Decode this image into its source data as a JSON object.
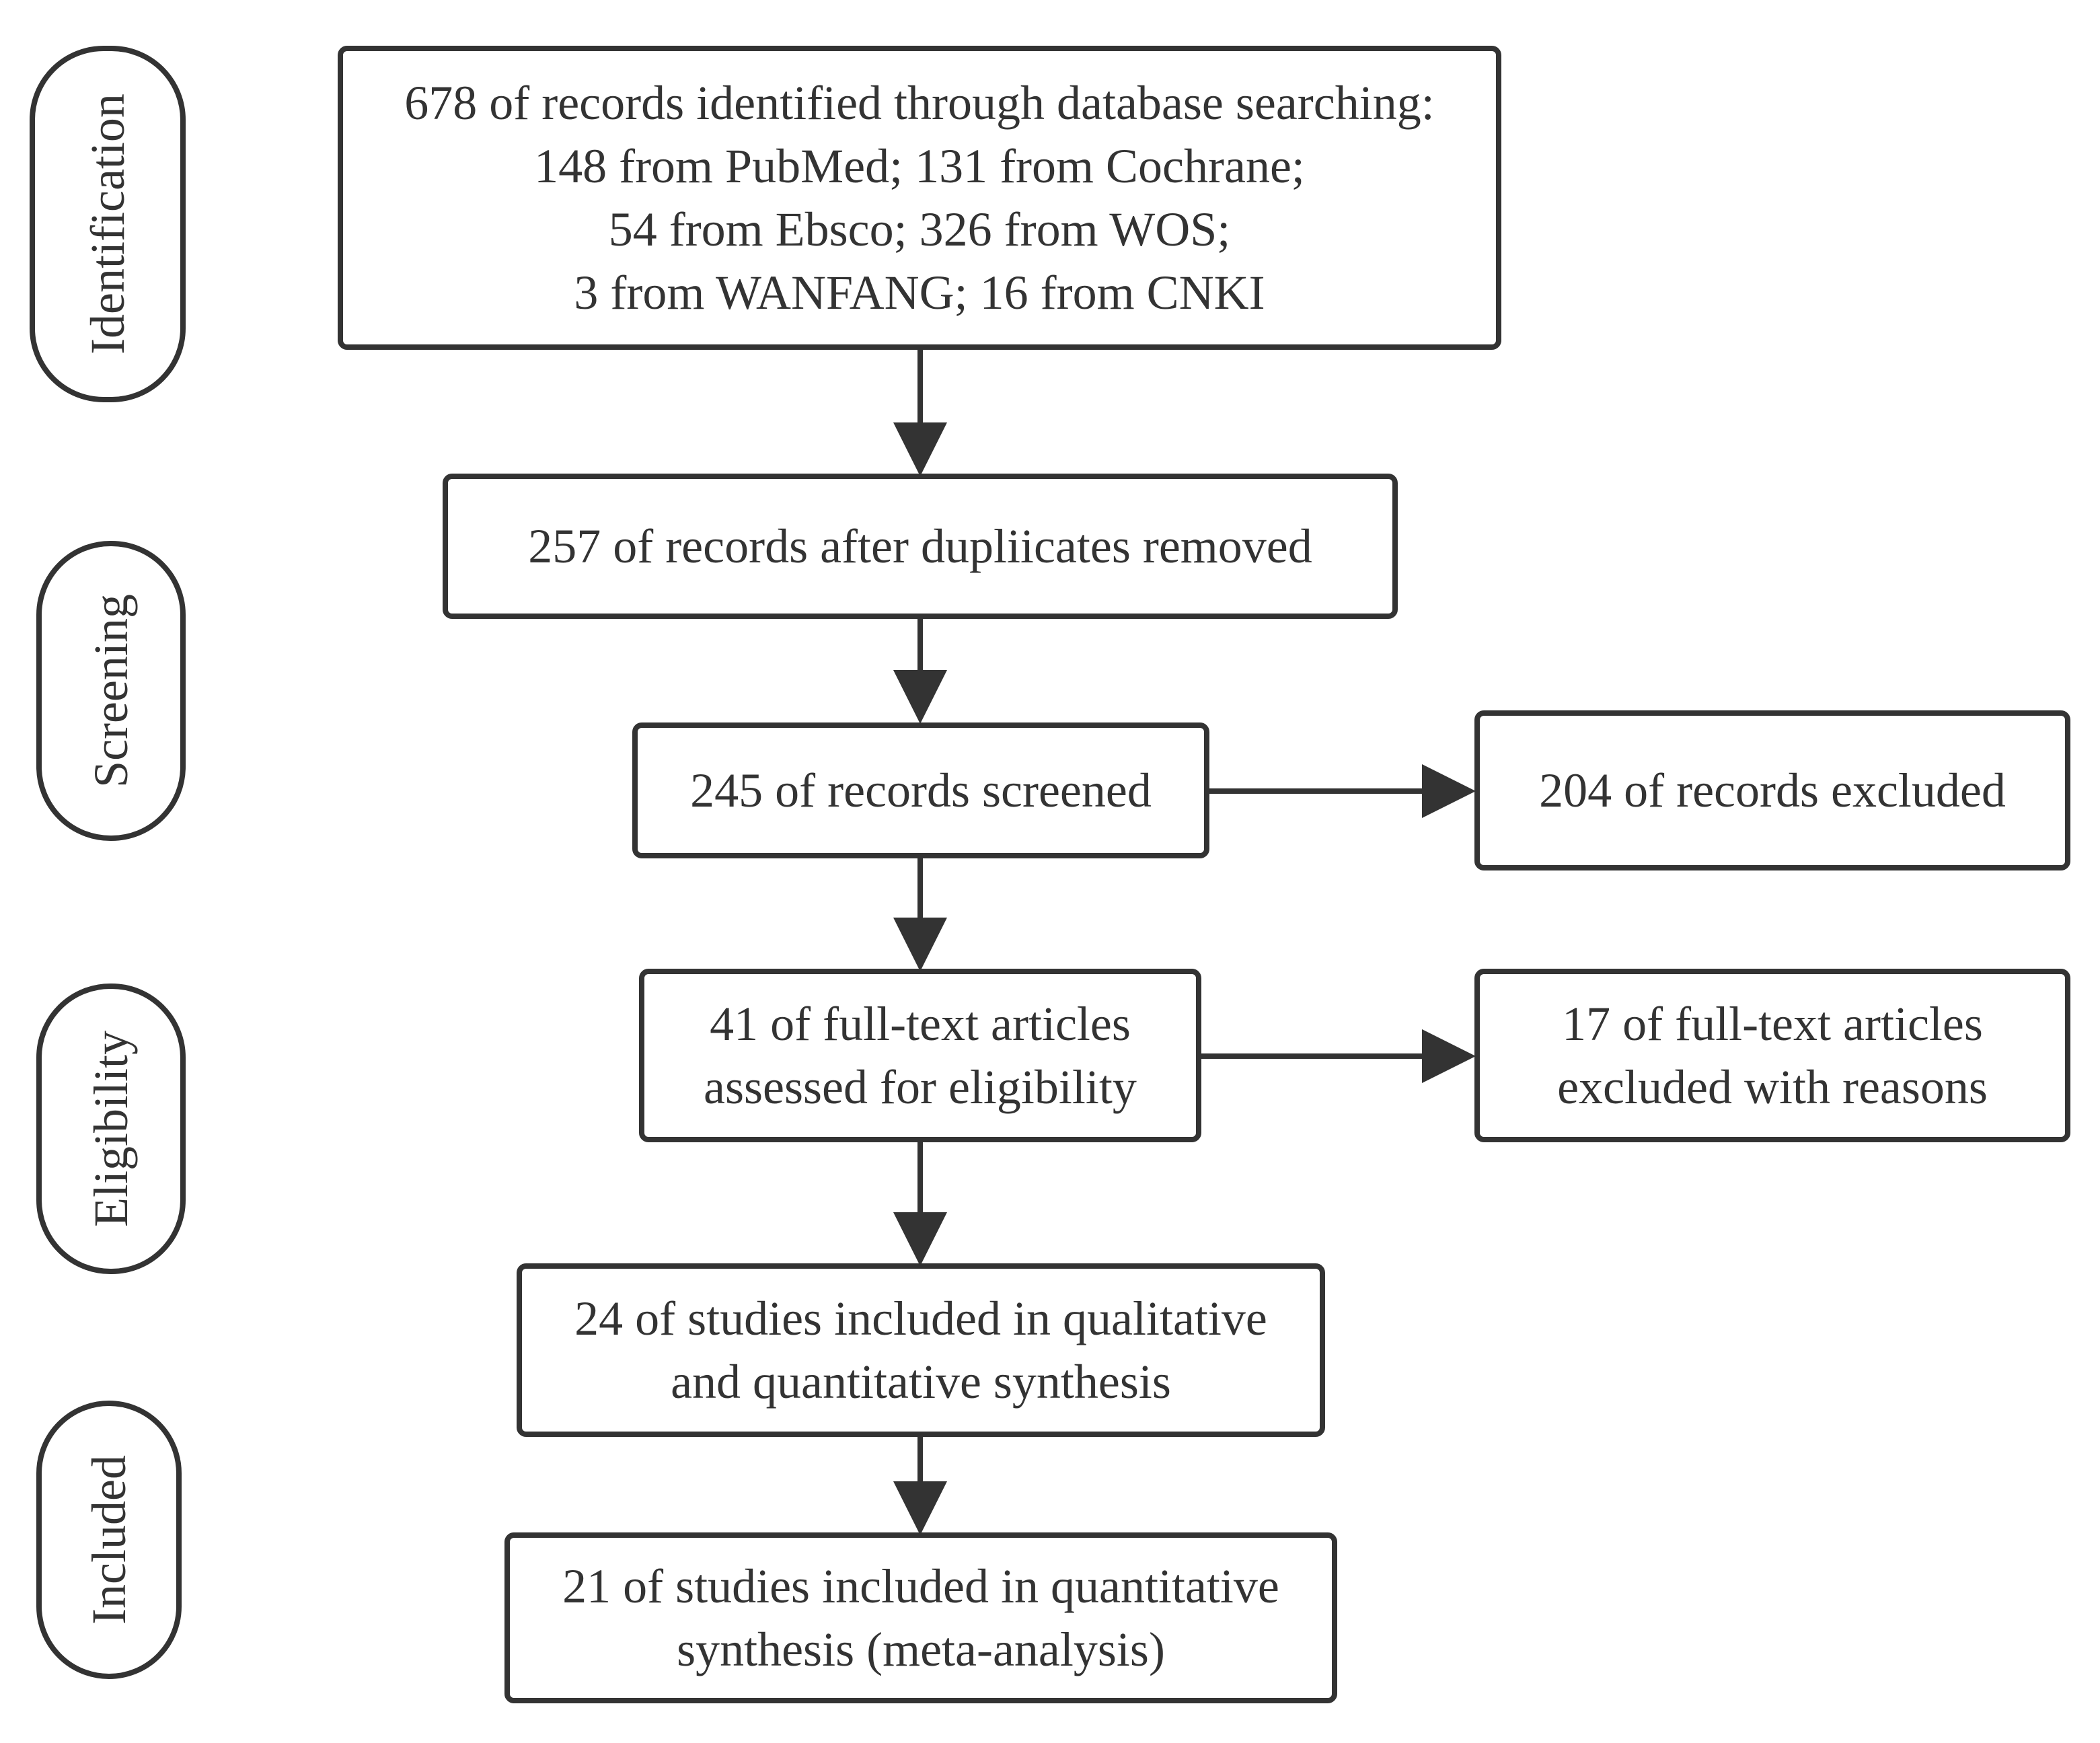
{
  "phases": [
    {
      "id": "identification",
      "label": "Identification"
    },
    {
      "id": "screening",
      "label": "Screening"
    },
    {
      "id": "eligibility",
      "label": "Eligibility"
    },
    {
      "id": "included",
      "label": "Included"
    }
  ],
  "boxes": {
    "records_identified": {
      "lines": [
        "678 of records identified through database searching:",
        "148 from PubMed; 131 from Cochrane;",
        "54 from Ebsco; 326 from WOS;",
        "3 from WANFANG; 16 from CNKI"
      ]
    },
    "duplicates_removed": {
      "lines": [
        "257 of records after dupliicates removed"
      ]
    },
    "records_screened": {
      "lines": [
        "245 of records screened"
      ]
    },
    "records_excluded": {
      "lines": [
        "204 of records excluded"
      ]
    },
    "fulltext_assessed": {
      "lines": [
        "41 of full-text articles",
        "assessed for eligibility"
      ]
    },
    "fulltext_excluded": {
      "lines": [
        "17 of full-text articles",
        "excluded with reasons"
      ]
    },
    "qualitative_synthesis": {
      "lines": [
        "24 of studies included in qualitative",
        "and quantitative synthesis"
      ]
    },
    "meta_analysis": {
      "lines": [
        "21 of studies included in quantitative",
        "synthesis (meta-analysis)"
      ]
    }
  },
  "colors": {
    "stroke": "#333333",
    "text": "#333333",
    "background": "#ffffff"
  }
}
